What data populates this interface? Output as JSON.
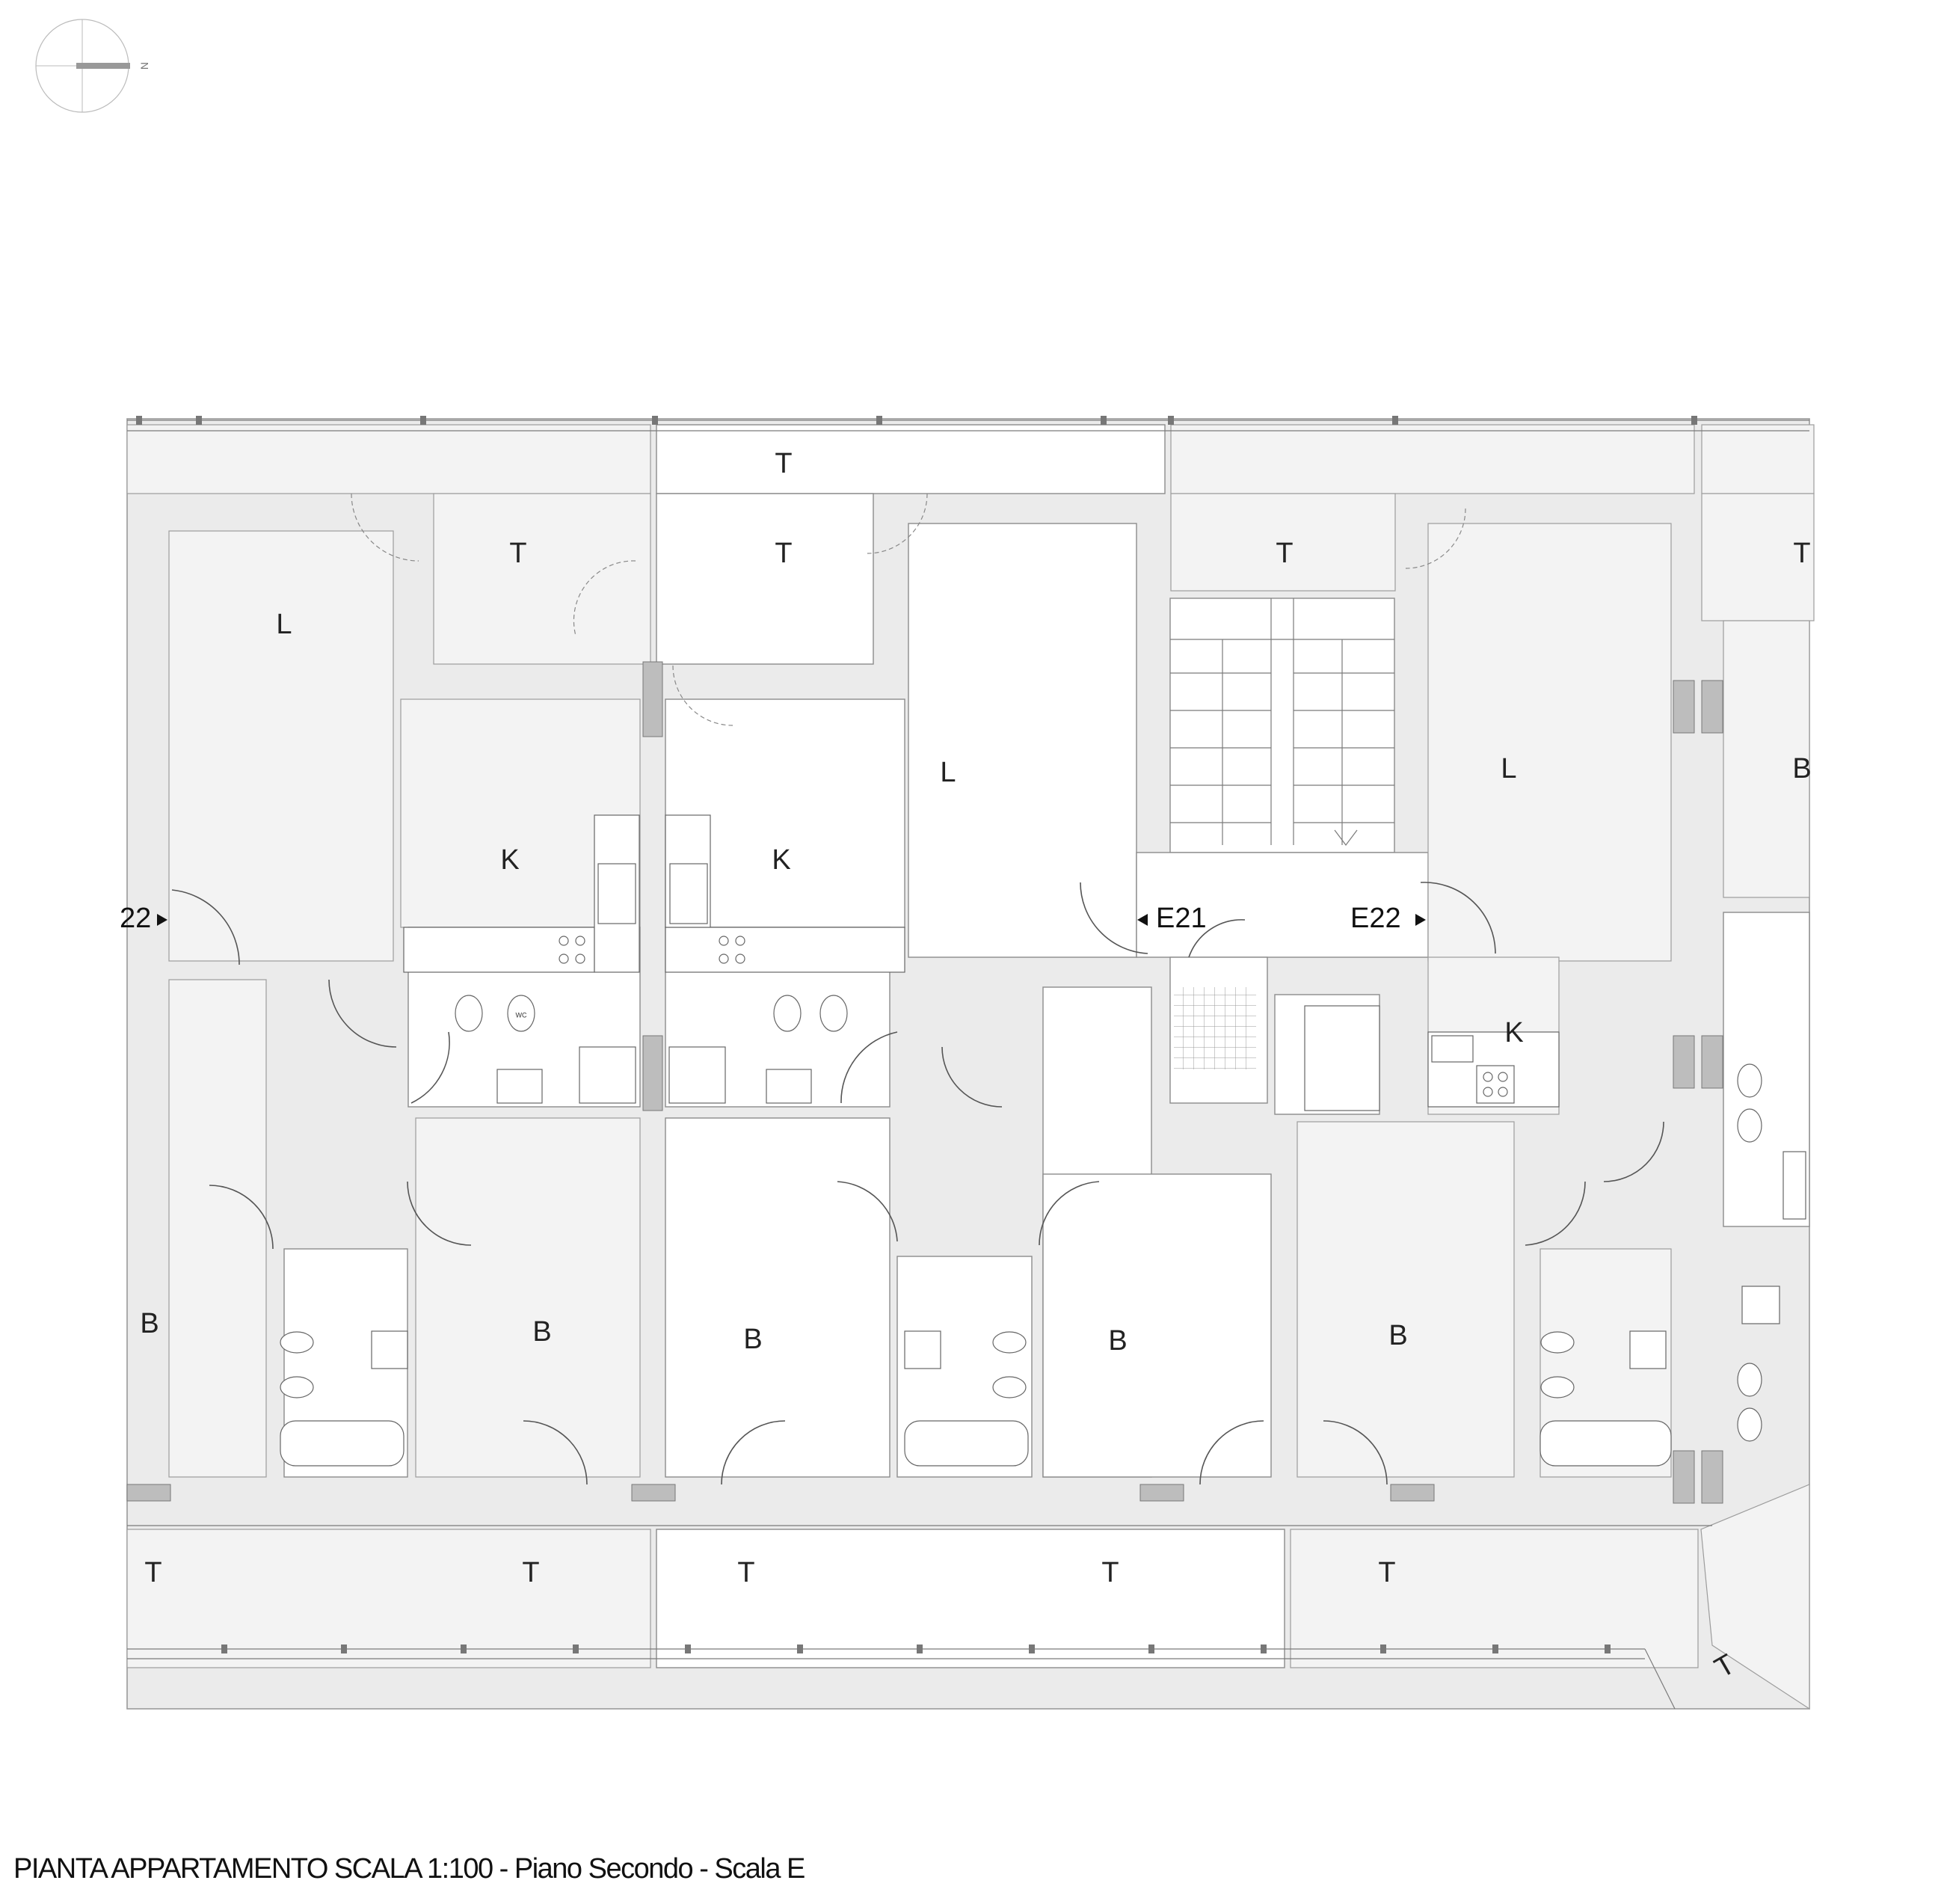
{
  "plan": {
    "title": "PIANTA APPARTAMENTO SCALA 1:100 - Piano Secondo - Scala E",
    "north_label": "N",
    "rooms": {
      "t_top_center": "T",
      "t_a1": "T",
      "t_b1": "T",
      "t_c1": "T",
      "t_d1": "T",
      "l_a": "L",
      "l_b": "L",
      "l_d": "L",
      "k_a": "K",
      "k_b": "K",
      "k_d": "K",
      "b_a": "B",
      "b_b1": "B",
      "b_b2": "B",
      "b_c": "B",
      "b_d": "B",
      "b_e_partial": "B",
      "t_bottom_1": "T",
      "t_bottom_2": "T",
      "t_bottom_3": "T",
      "t_bottom_4": "T",
      "t_bottom_5": "T",
      "t_bottom_right": "T"
    },
    "entrances": {
      "left_cut": "22",
      "e21": "E21",
      "e22": "E22"
    },
    "wc_label": "WC"
  }
}
